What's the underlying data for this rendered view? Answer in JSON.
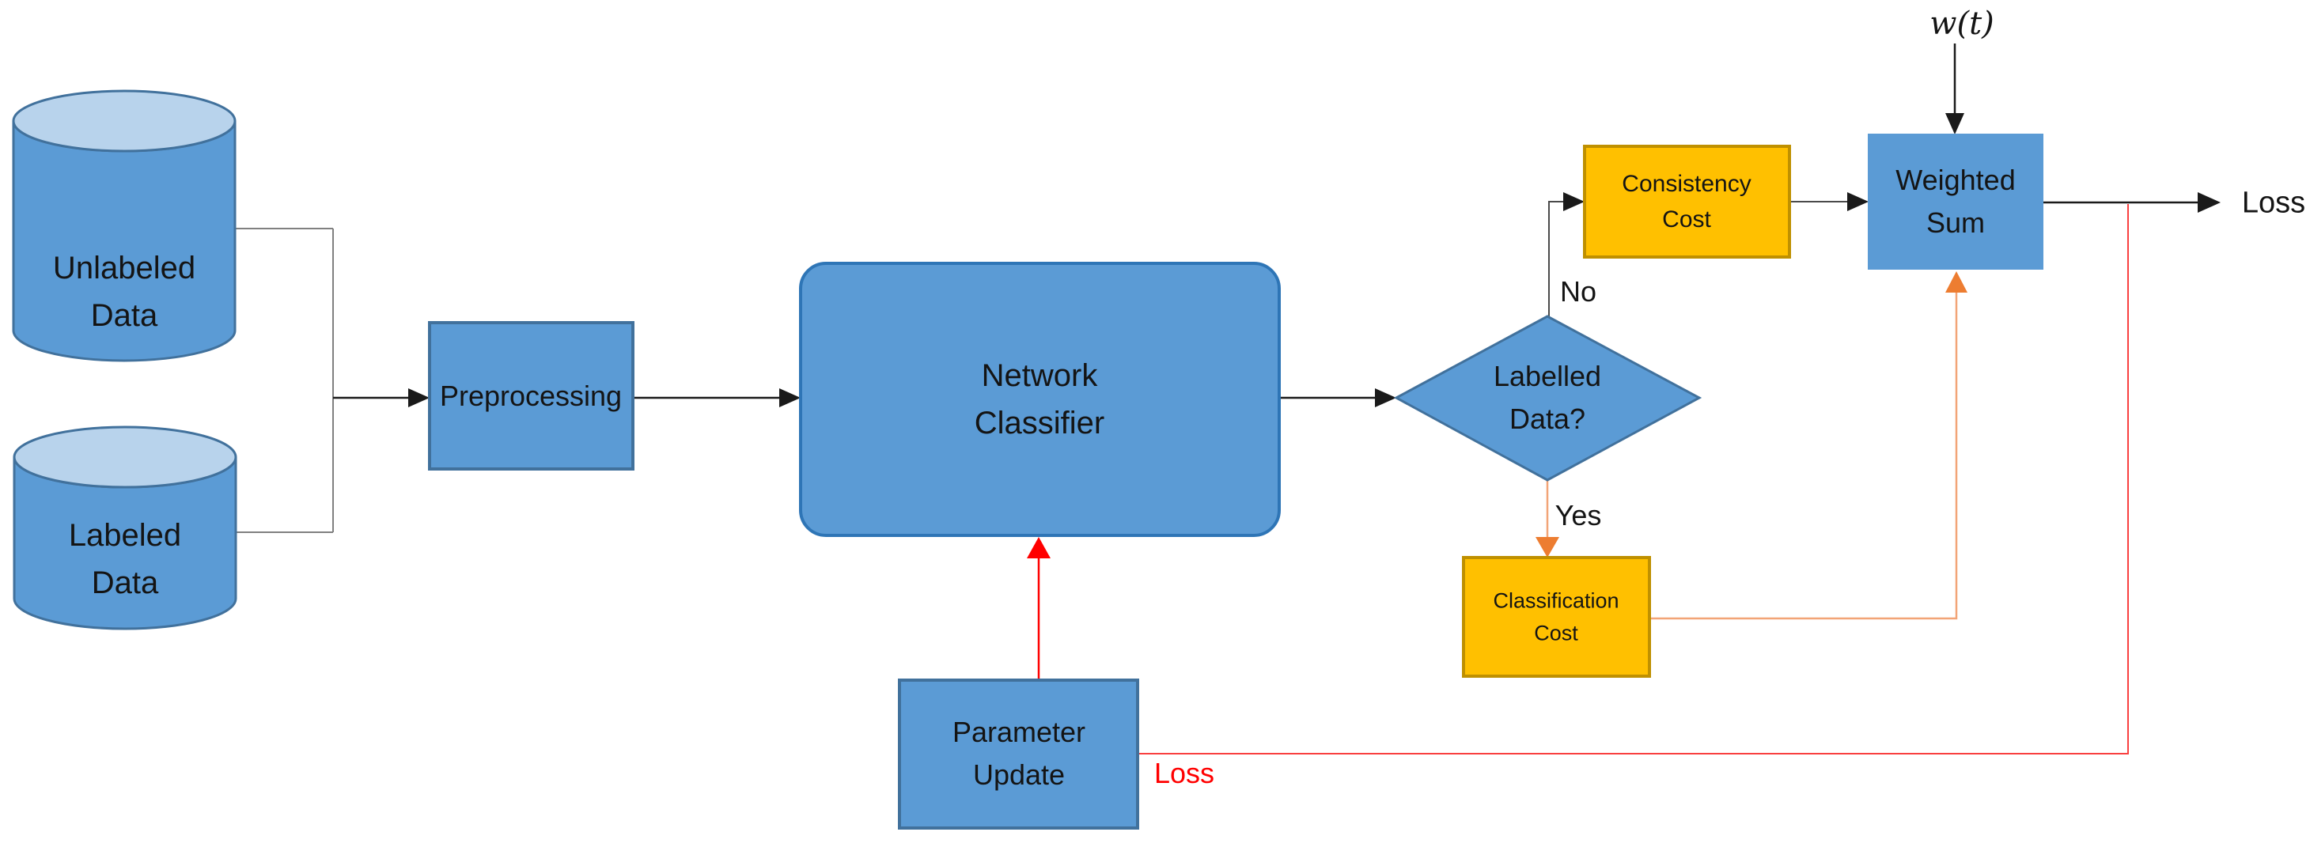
{
  "diagram": {
    "colors": {
      "node_blue": "#5B9BD5",
      "node_blue_border": "#41719C",
      "cylinder_top": "#B8D3EC",
      "cost_yellow": "#FFC000",
      "cost_yellow_border": "#BF9000",
      "orange": "#ED7D31",
      "orange_light": "#F2A477",
      "red": "#FF0000",
      "red_line": "#F94040",
      "gray_line": "#808080",
      "black_line": "#1A1A1A"
    },
    "nodes": {
      "unlabeled_data": {
        "label": "Unlabeled\nData",
        "shape": "cylinder"
      },
      "labeled_data": {
        "label": "Labeled\nData",
        "shape": "cylinder"
      },
      "preprocessing": {
        "label": "Preprocessing",
        "shape": "rect"
      },
      "network_classifier": {
        "label": "Network\nClassifier",
        "shape": "rounded-rect"
      },
      "labelled_data_decision": {
        "label": "Labelled\nData?",
        "shape": "diamond"
      },
      "consistency_cost": {
        "label": "Consistency\nCost",
        "shape": "rect"
      },
      "classification_cost": {
        "label": "Classification\nCost",
        "shape": "rect"
      },
      "weighted_sum": {
        "label": "Weighted\nSum",
        "shape": "rect"
      },
      "parameter_update": {
        "label": "Parameter\nUpdate",
        "shape": "rect"
      }
    },
    "edge_labels": {
      "no": "No",
      "yes": "Yes",
      "weight_schedule": "w(t)",
      "loss_output": "Loss",
      "loss_feedback": "Loss"
    }
  }
}
